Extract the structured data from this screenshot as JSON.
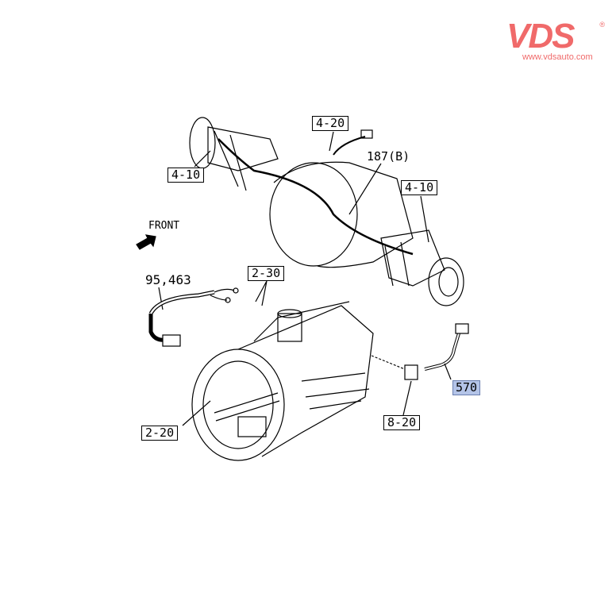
{
  "logo": {
    "brand": "VDS",
    "registered": "®",
    "url": "www.vdsauto.com",
    "color": "#f06a6a"
  },
  "diagram": {
    "orientation_label": "FRONT",
    "callouts": {
      "axle_harness": "4-20",
      "axle_left": "4-10",
      "axle_right": "4-10",
      "harness_ref": "187(B)",
      "harness_parts": "95,463",
      "bolts": "2-30",
      "transmission": "2-20",
      "sensor": "8-20",
      "highlighted_part": "570"
    },
    "highlight_color": "#b4c4e8"
  }
}
